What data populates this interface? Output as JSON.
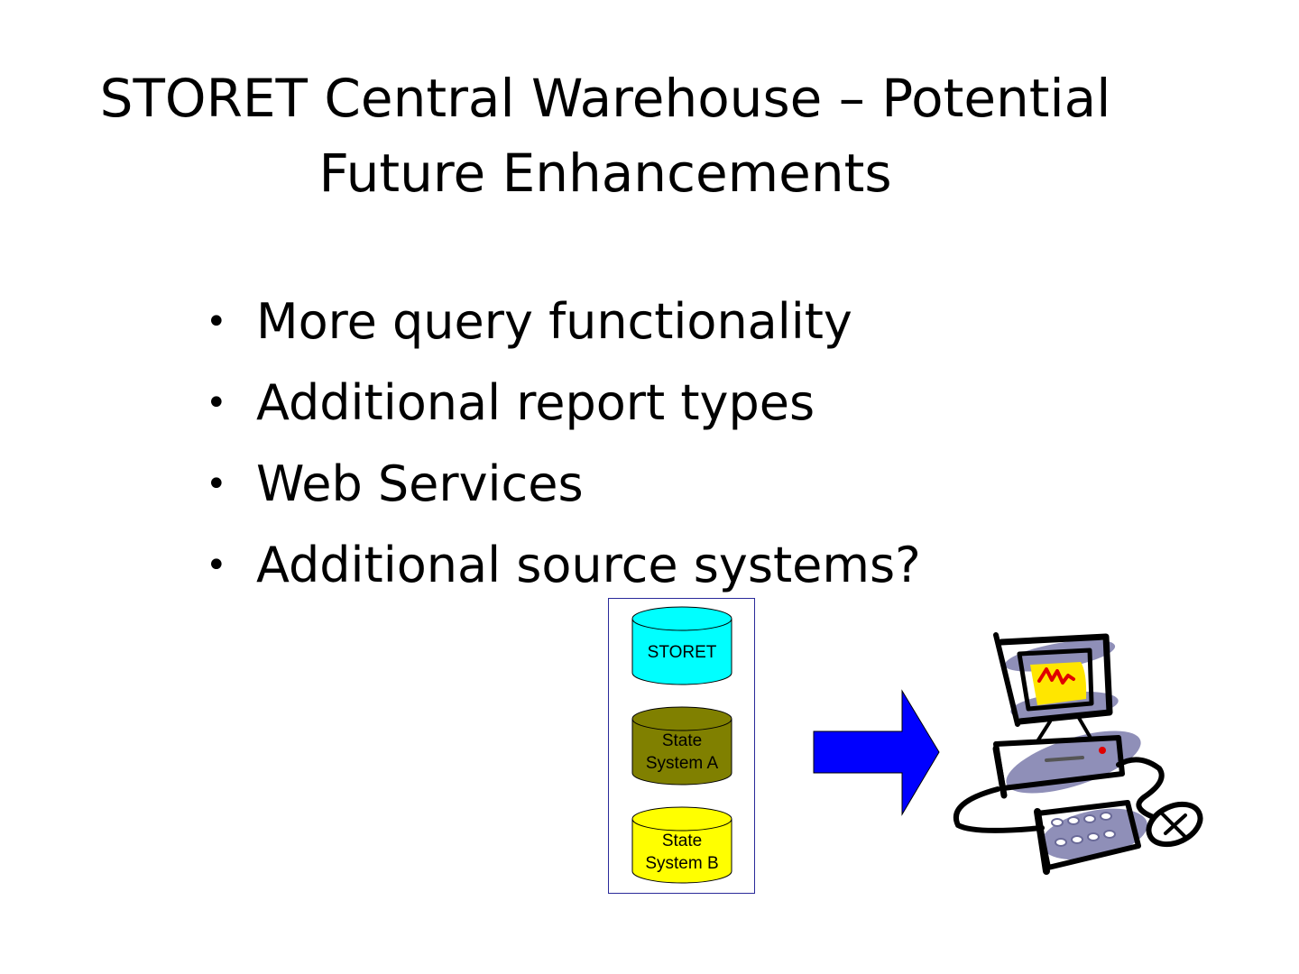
{
  "slide": {
    "title_line1": "STORET Central Warehouse – Potential",
    "title_line2": "Future Enhancements",
    "bullets": [
      "More query functionality",
      "Additional report types",
      "Web Services",
      "Additional source systems?"
    ],
    "bullet_glyph": "•"
  },
  "diagram": {
    "databases": [
      {
        "lines": [
          "STORET"
        ],
        "color": "#00ffff"
      },
      {
        "lines": [
          "State",
          "System A"
        ],
        "color": "#808000"
      },
      {
        "lines": [
          "State",
          "System B"
        ],
        "color": "#ffff00"
      }
    ],
    "arrow_color": "#0000ff",
    "computer_icon": "computer-clipart-icon"
  }
}
